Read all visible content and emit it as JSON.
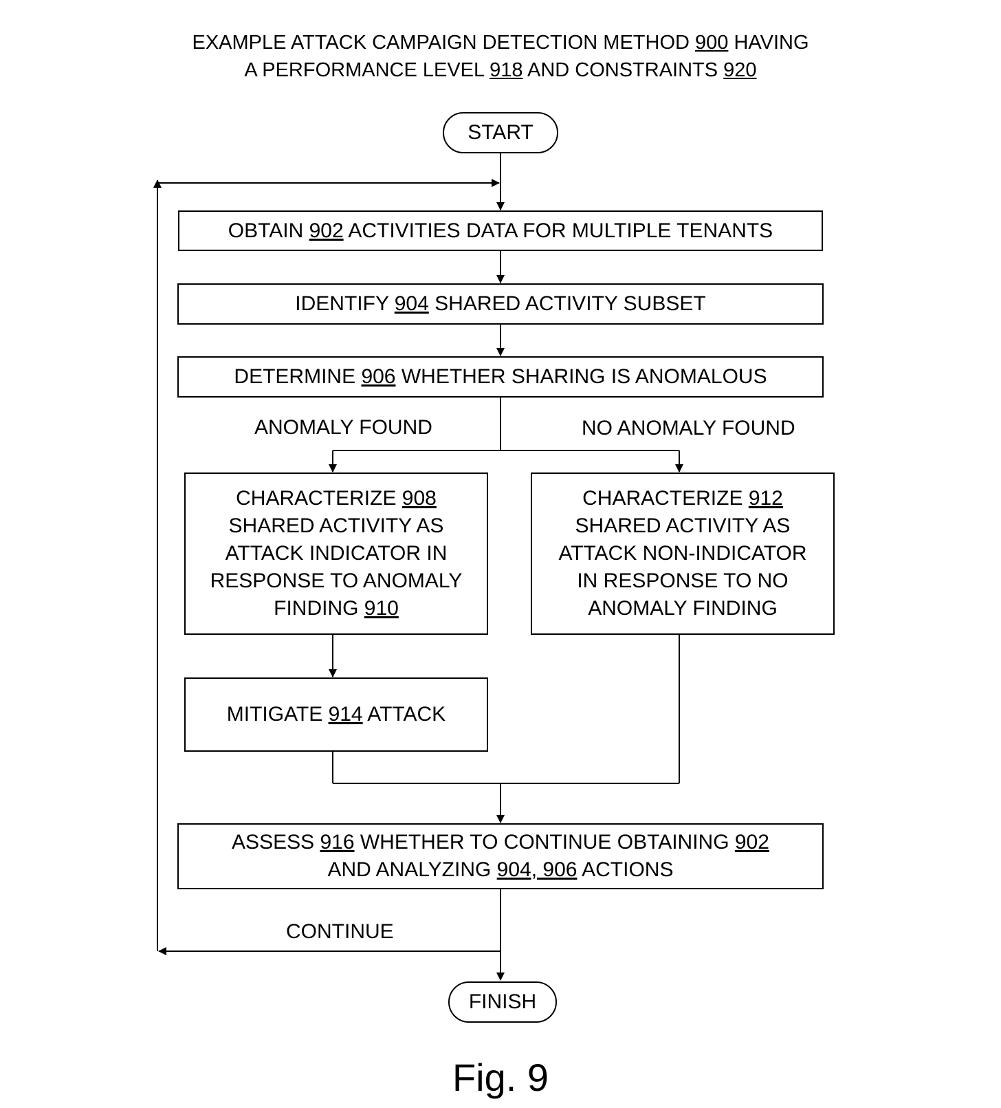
{
  "title": {
    "line1": {
      "a": "EXAMPLE ATTACK CAMPAIGN DETECTION METHOD ",
      "r1": "900",
      "b": " HAVING"
    },
    "line2": {
      "a": "A PERFORMANCE LEVEL ",
      "r1": "918",
      "b": " AND CONSTRAINTS ",
      "r2": "920"
    }
  },
  "start": "START",
  "finish": "FINISH",
  "obtain": {
    "a": "OBTAIN ",
    "r": "902",
    "b": " ACTIVITIES DATA FOR MULTIPLE TENANTS"
  },
  "identify": {
    "a": "IDENTIFY ",
    "r": "904",
    "b": " SHARED ACTIVITY SUBSET"
  },
  "determine": {
    "a": "DETERMINE ",
    "r": "906",
    "b": " WHETHER SHARING IS ANOMALOUS"
  },
  "anomaly_found": "ANOMALY FOUND",
  "no_anomaly_found": "NO ANOMALY FOUND",
  "char908": {
    "l1a": "CHARACTERIZE ",
    "l1r": "908",
    "l2": "SHARED ACTIVITY AS",
    "l3": "ATTACK INDICATOR IN",
    "l4": "RESPONSE TO ANOMALY",
    "l5a": "FINDING ",
    "l5r": "910"
  },
  "char912": {
    "l1a": "CHARACTERIZE ",
    "l1r": "912",
    "l2": "SHARED ACTIVITY AS",
    "l3": "ATTACK NON-INDICATOR",
    "l4": "IN RESPONSE TO NO",
    "l5": "ANOMALY FINDING"
  },
  "mitigate": {
    "a": "MITIGATE ",
    "r": "914",
    "b": " ATTACK"
  },
  "assess": {
    "l1a": "ASSESS ",
    "l1r1": "916",
    "l1b": " WHETHER TO CONTINUE OBTAINING ",
    "l1r2": "902",
    "l2a": "AND ANALYZING ",
    "l2r": "904, 906",
    "l2b": " ACTIONS"
  },
  "continue": "CONTINUE",
  "figure": "Fig. 9"
}
